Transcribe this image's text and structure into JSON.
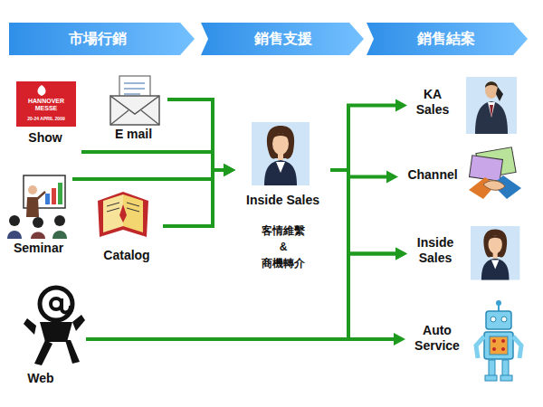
{
  "diagram": {
    "nodes": [
      {
        "text": [
          "市場行銷"
        ]
      },
      {
        "text": [
          "銷售支援"
        ]
      },
      {
        "text": [
          "銷售結案"
        ]
      },
      {
        "text": [
          "Show"
        ]
      },
      {
        "text": [
          "E mail"
        ]
      },
      {
        "text": [
          "Seminar"
        ]
      },
      {
        "text": [
          "Catalog"
        ]
      },
      {
        "text": [
          "Web"
        ]
      },
      {
        "text": [
          "Inside Sales",
          "客情維繫 & 商機轉介"
        ]
      },
      {
        "text": [
          "KA Sales"
        ]
      },
      {
        "text": [
          "Channel"
        ]
      },
      {
        "text": [
          "Inside Sales"
        ]
      },
      {
        "text": [
          "Auto Service"
        ]
      }
    ],
    "edges": [
      {
        "from": 3,
        "to": 8,
        "arrow": "to"
      },
      {
        "from": 4,
        "to": 8,
        "arrow": "to"
      },
      {
        "from": 5,
        "to": 8,
        "arrow": "to"
      },
      {
        "from": 6,
        "to": 8,
        "arrow": "to"
      },
      {
        "from": 8,
        "to": 9,
        "arrow": "to"
      },
      {
        "from": 8,
        "to": 10,
        "arrow": "to"
      },
      {
        "from": 8,
        "to": 11,
        "arrow": "to"
      },
      {
        "from": 7,
        "to": 11,
        "arrow": "to"
      },
      {
        "from": 7,
        "to": 12,
        "arrow": "to"
      }
    ],
    "labels": [
      "HANNOVER MESSE",
      "20-24 APRIL 2009"
    ]
  }
}
